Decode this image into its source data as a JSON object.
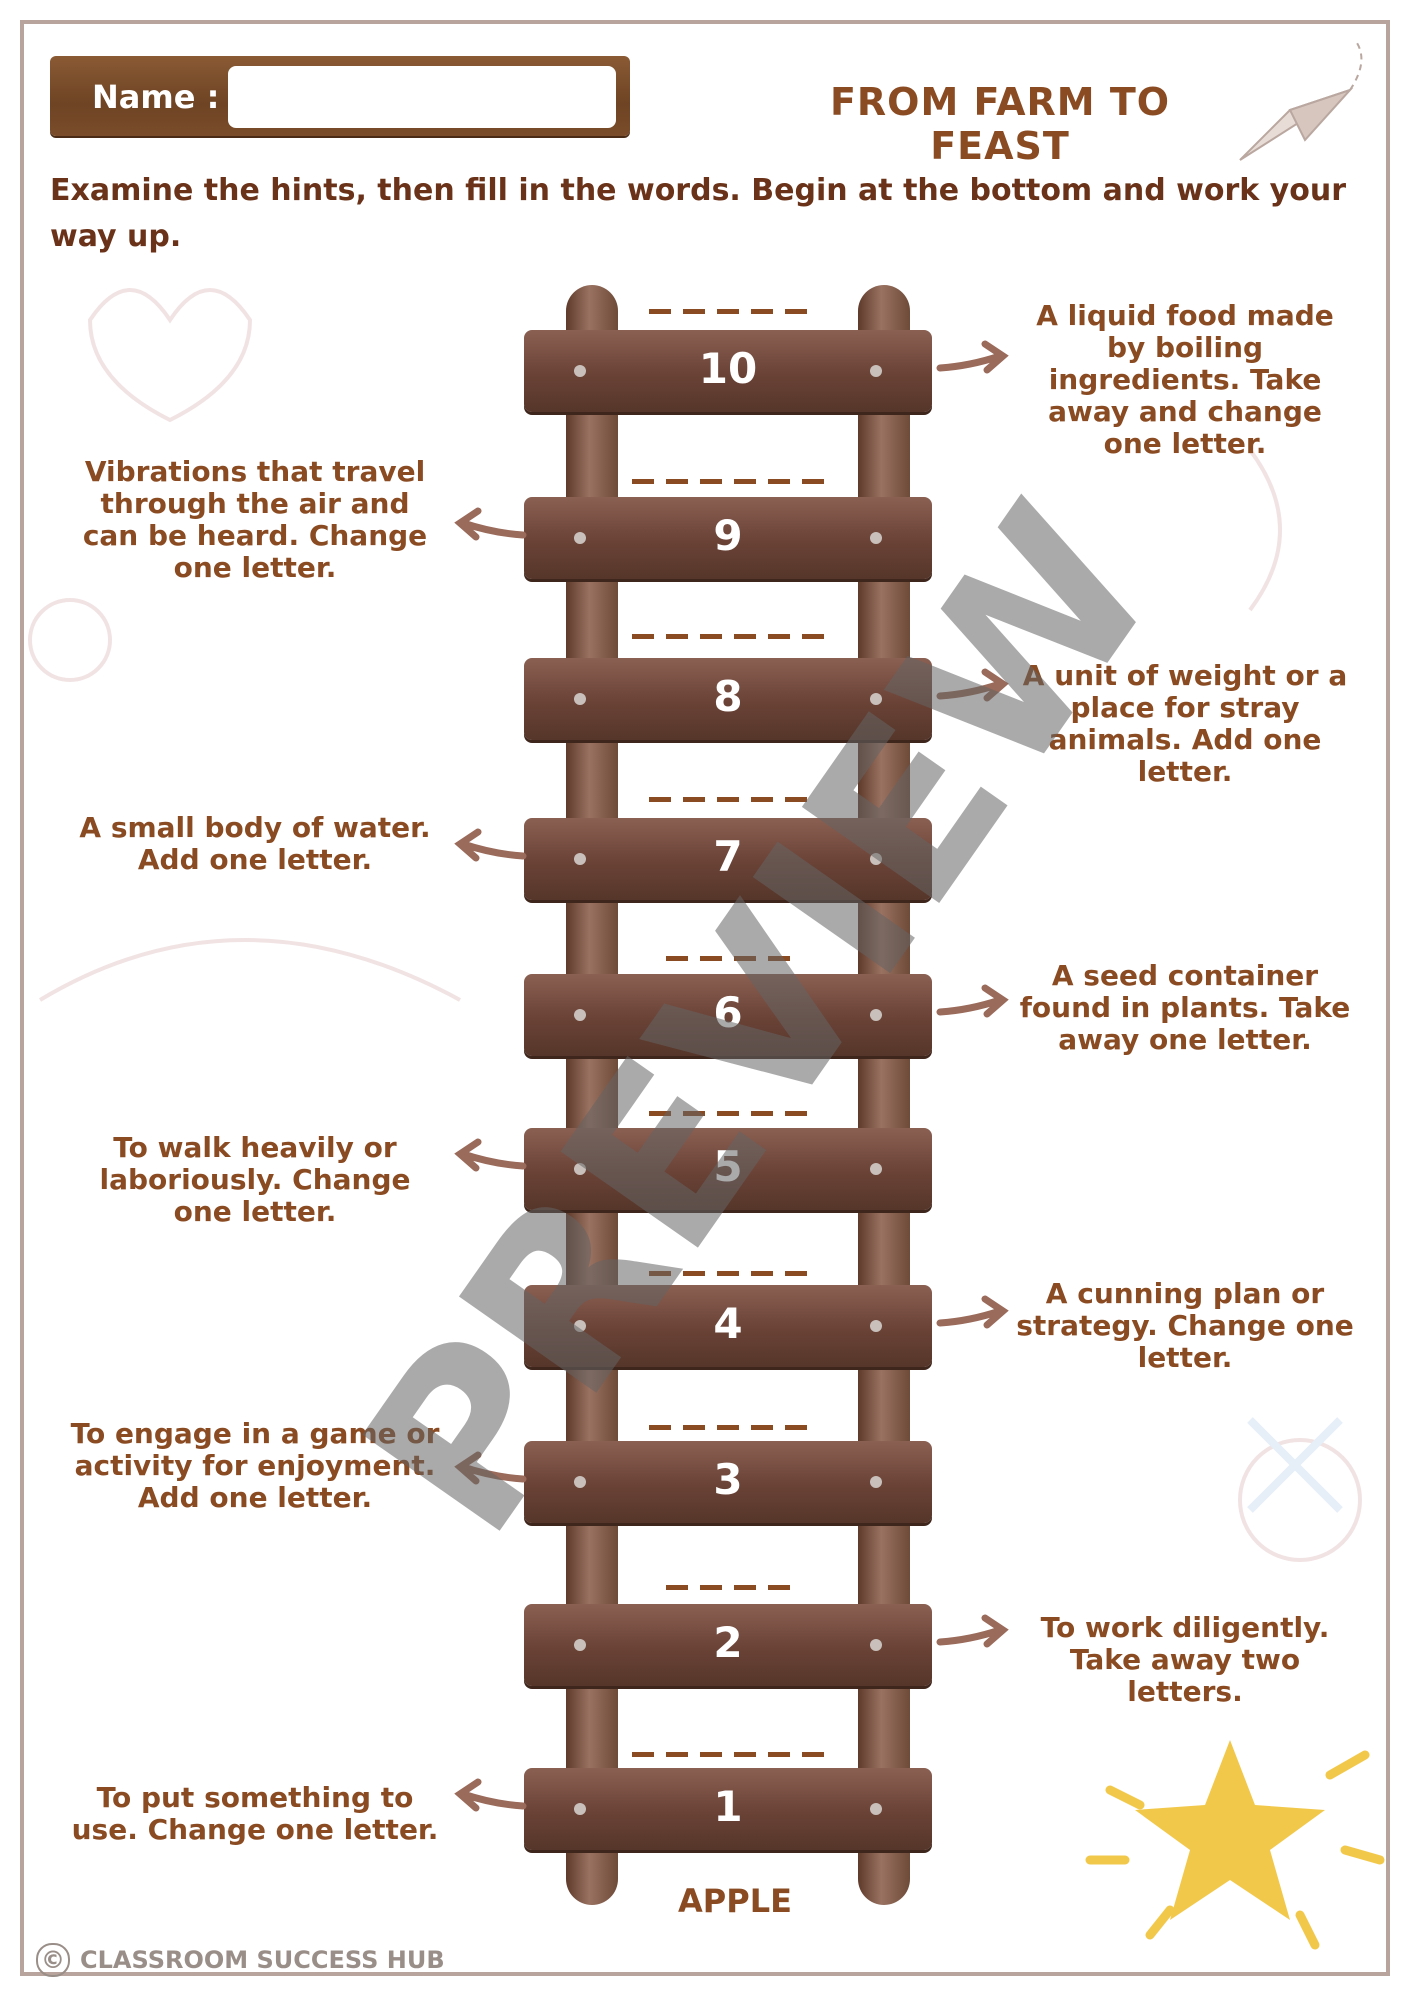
{
  "worksheet": {
    "name_label": "Name :",
    "title": "FROM FARM TO FEAST",
    "instructions": "Examine the hints, then fill in the words. Begin at the bottom and work your way up.",
    "watermark": "PREVIEW",
    "start_word": "APPLE",
    "footer_symbol": "©",
    "footer": "CLASSROOM SUCCESS HUB"
  },
  "rungs": [
    {
      "number": "10",
      "hint": "A liquid food made by boiling ingredients. Take away and change one letter.",
      "blank_letters": 5,
      "side": "right"
    },
    {
      "number": "9",
      "hint": "Vibrations that travel through the air and can be heard. Change one letter.",
      "blank_letters": 6,
      "side": "left"
    },
    {
      "number": "8",
      "hint": "A unit of weight or a place for stray animals. Add one letter.",
      "blank_letters": 6,
      "side": "right"
    },
    {
      "number": "7",
      "hint": "A small body of water. Add one letter.",
      "blank_letters": 5,
      "side": "left"
    },
    {
      "number": "6",
      "hint": "A seed container found in plants. Take away one letter.",
      "blank_letters": 4,
      "side": "right"
    },
    {
      "number": "5",
      "hint": "To walk heavily or laboriously. Change one letter.",
      "blank_letters": 5,
      "side": "left"
    },
    {
      "number": "4",
      "hint": "A cunning plan or strategy. Change one letter.",
      "blank_letters": 5,
      "side": "right"
    },
    {
      "number": "3",
      "hint": "To engage in a game or activity for enjoyment. Add one letter.",
      "blank_letters": 5,
      "side": "left"
    },
    {
      "number": "2",
      "hint": "To work diligently. Take away two letters.",
      "blank_letters": 4,
      "side": "right"
    },
    {
      "number": "1",
      "hint": "To put something to use. Change one letter.",
      "blank_letters": 6,
      "side": "left"
    }
  ],
  "colors": {
    "brown_text": "#8a4b22",
    "dark_text": "#6a3218",
    "wood": "#6a4236",
    "star": "#f2c84b"
  }
}
